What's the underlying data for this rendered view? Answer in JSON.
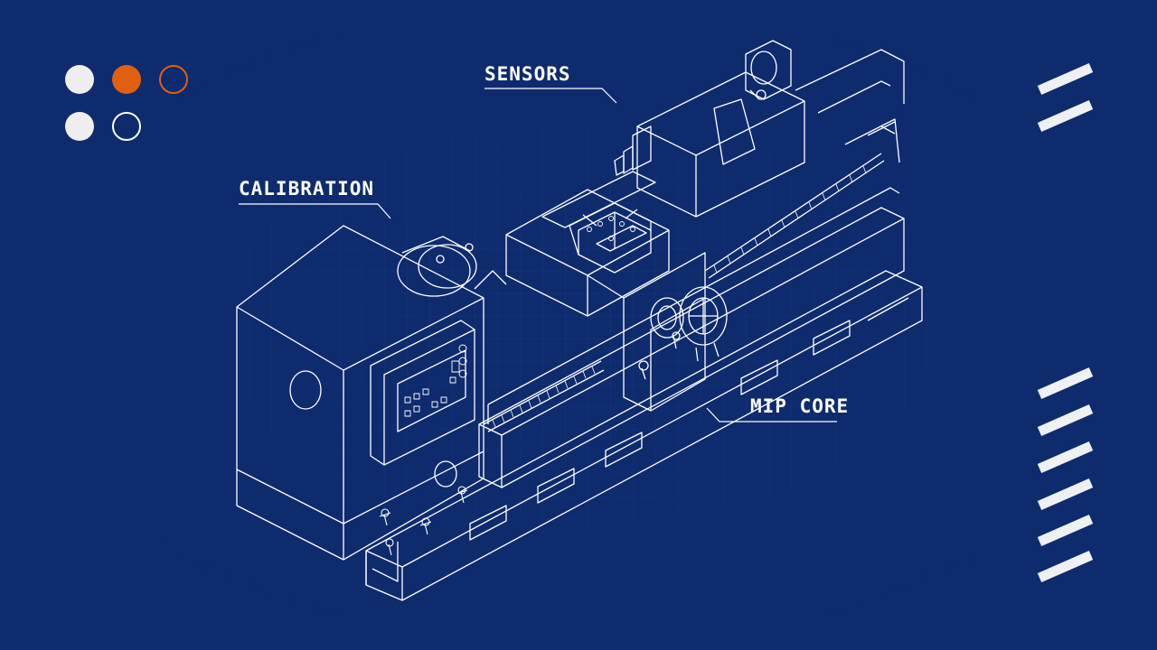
{
  "colors": {
    "background": "#0e2b6e",
    "grid": "#3a5aa6",
    "line": "#ffffff",
    "accent": "#e0600f",
    "stripe": "#eef0f4"
  },
  "legend_dots": [
    {
      "style": "filled",
      "color": "#eeeeee"
    },
    {
      "style": "filled",
      "color": "#e0600f"
    },
    {
      "style": "outline",
      "color": "#e0600f"
    },
    {
      "style": "filled",
      "color": "#eeeeee"
    },
    {
      "style": "outline",
      "color": "#ffffff"
    }
  ],
  "callouts": {
    "sensors": "SENSORS",
    "calibration": "CALIBRATION",
    "core": "MIP CORE"
  },
  "decor": {
    "stripe_icon": "diagonal-stripes-icon",
    "machine_icon": "lathe-machine-icon"
  }
}
